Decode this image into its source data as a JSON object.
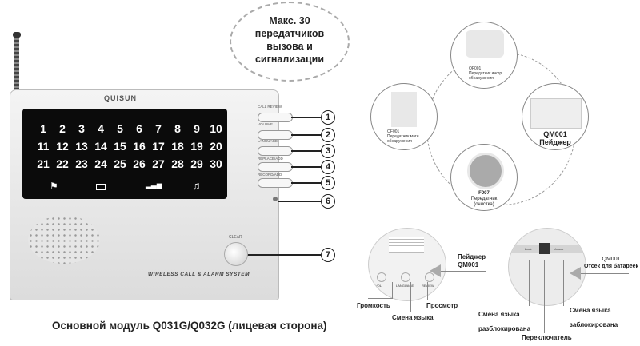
{
  "bubble_text": [
    "Макс. 30",
    "передатчиков",
    "вызова и",
    "сигнализации"
  ],
  "device": {
    "brand": "QUISUN",
    "numbers": [
      "1",
      "2",
      "3",
      "4",
      "5",
      "6",
      "7",
      "8",
      "9",
      "10",
      "11",
      "12",
      "13",
      "14",
      "15",
      "16",
      "17",
      "18",
      "19",
      "20",
      "21",
      "22",
      "23",
      "24",
      "25",
      "26",
      "27",
      "28",
      "29",
      "30"
    ],
    "status_icons": [
      "flag-icon",
      "battery-icon",
      "signal-icon",
      "music-note-icon"
    ],
    "button_labels": [
      "CALL REVIEW",
      "VOLUME",
      "LANGUAGE",
      "REPLACE/ADD",
      "RECORD/ADD"
    ],
    "callouts": [
      "1",
      "2",
      "3",
      "4",
      "5",
      "6",
      "7"
    ],
    "clear_label": "CLEAR",
    "strip_text": "WIRELESS CALL & ALARM SYSTEM"
  },
  "caption": "Основной модуль Q031G/Q032G (лицевая сторона)",
  "accessories": {
    "top": {
      "model": "QF001",
      "desc": [
        "Передатчик инфр.",
        "обнаружения"
      ]
    },
    "left": {
      "model": "QF001",
      "desc": [
        "Передатчик магн.",
        "обнаружения"
      ]
    },
    "right": {
      "model": "QM001",
      "desc": [
        "Пейджер"
      ]
    },
    "bottom": {
      "model": "F007",
      "desc": [
        "Передатчик",
        "(очистка)"
      ]
    }
  },
  "pager_front": {
    "title": [
      "Пейджер",
      "QM001"
    ],
    "buttons": [
      "VOL",
      "LANGUAGE",
      "REVIEW"
    ],
    "labels": {
      "vol": "Громкость",
      "lang": "Смена языка",
      "review": "Просмотр"
    }
  },
  "pager_back": {
    "title": [
      "QM001",
      "Отсек для батареек"
    ],
    "switch_labels": [
      "Lock",
      "Unlock"
    ],
    "labels": {
      "unlocked": [
        "Смена языка",
        "разблокирована"
      ],
      "switch": "Переключатель",
      "locked": [
        "Смена языка",
        "заблокирована"
      ]
    }
  }
}
